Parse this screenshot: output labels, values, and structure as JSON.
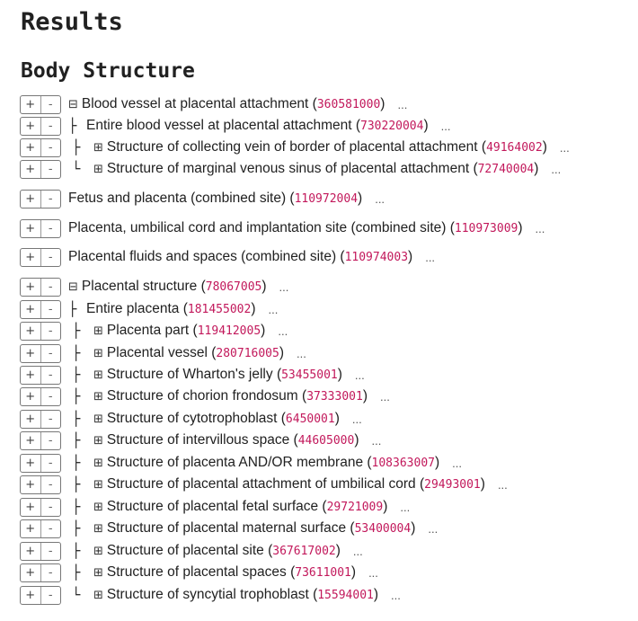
{
  "title": "Results",
  "section": "Body Structure",
  "button_plus": "+",
  "button_minus": "-",
  "ellipsis": "...",
  "rows": [
    {
      "depth": 0,
      "expander": "⊟",
      "label": "Blood vessel at placental attachment",
      "code": "360581000"
    },
    {
      "depth": 1,
      "branch": "├",
      "label": "Entire blood vessel at placental attachment",
      "code": "730220004"
    },
    {
      "depth": 2,
      "branch": "├",
      "expander": "⊞",
      "label": "Structure of collecting vein of border of placental attachment",
      "code": "49164002"
    },
    {
      "depth": 2,
      "branch": "└",
      "expander": "⊞",
      "label": "Structure of marginal venous sinus of placental attachment",
      "code": "72740004"
    },
    {
      "depth": 0,
      "label": "Fetus and placenta (combined site)",
      "code": "110972004"
    },
    {
      "depth": 0,
      "label": "Placenta, umbilical cord and implantation site (combined site)",
      "code": "110973009"
    },
    {
      "depth": 0,
      "label": "Placental fluids and spaces (combined site)",
      "code": "110974003"
    },
    {
      "depth": 0,
      "expander": "⊟",
      "label": "Placental structure",
      "code": "78067005"
    },
    {
      "depth": 1,
      "branch": "├",
      "label": "Entire placenta",
      "code": "181455002"
    },
    {
      "depth": 2,
      "branch": "├",
      "expander": "⊞",
      "label": "Placenta part",
      "code": "119412005"
    },
    {
      "depth": 2,
      "branch": "├",
      "expander": "⊞",
      "label": "Placental vessel",
      "code": "280716005"
    },
    {
      "depth": 2,
      "branch": "├",
      "expander": "⊞",
      "label": "Structure of Wharton's jelly",
      "code": "53455001"
    },
    {
      "depth": 2,
      "branch": "├",
      "expander": "⊞",
      "label": "Structure of chorion frondosum",
      "code": "37333001"
    },
    {
      "depth": 2,
      "branch": "├",
      "expander": "⊞",
      "label": "Structure of cytotrophoblast",
      "code": "6450001"
    },
    {
      "depth": 2,
      "branch": "├",
      "expander": "⊞",
      "label": "Structure of intervillous space",
      "code": "44605000"
    },
    {
      "depth": 2,
      "branch": "├",
      "expander": "⊞",
      "label": "Structure of placenta AND/OR membrane",
      "code": "108363007"
    },
    {
      "depth": 2,
      "branch": "├",
      "expander": "⊞",
      "label": "Structure of placental attachment of umbilical cord",
      "code": "29493001"
    },
    {
      "depth": 2,
      "branch": "├",
      "expander": "⊞",
      "label": "Structure of placental fetal surface",
      "code": "29721009"
    },
    {
      "depth": 2,
      "branch": "├",
      "expander": "⊞",
      "label": "Structure of placental maternal surface",
      "code": "53400004"
    },
    {
      "depth": 2,
      "branch": "├",
      "expander": "⊞",
      "label": "Structure of placental site",
      "code": "367617002"
    },
    {
      "depth": 2,
      "branch": "├",
      "expander": "⊞",
      "label": "Structure of placental spaces",
      "code": "73611001"
    },
    {
      "depth": 2,
      "branch": "└",
      "expander": "⊞",
      "label": "Structure of syncytial trophoblast",
      "code": "15594001"
    }
  ]
}
